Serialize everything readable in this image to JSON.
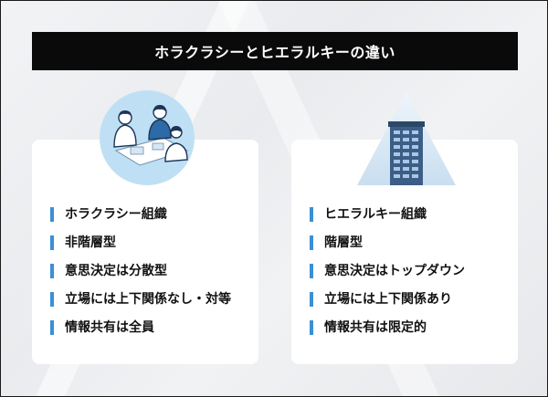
{
  "title": "ホラクラシーとヒエラルキーの違い",
  "left_card": {
    "items": [
      "ホラクラシー組織",
      "非階層型",
      "意思決定は分散型",
      "立場には上下関係なし・対等",
      "情報共有は全員"
    ]
  },
  "right_card": {
    "items": [
      "ヒエラルキー組織",
      "階層型",
      "意思決定はトップダウン",
      "立場には上下関係あり",
      "情報共有は限定的"
    ]
  },
  "colors": {
    "accent": "#3b8fd6",
    "title_bg": "#0a0a0a"
  },
  "icons": {
    "left": "team-meeting-illustration",
    "right": "office-building-illustration"
  }
}
